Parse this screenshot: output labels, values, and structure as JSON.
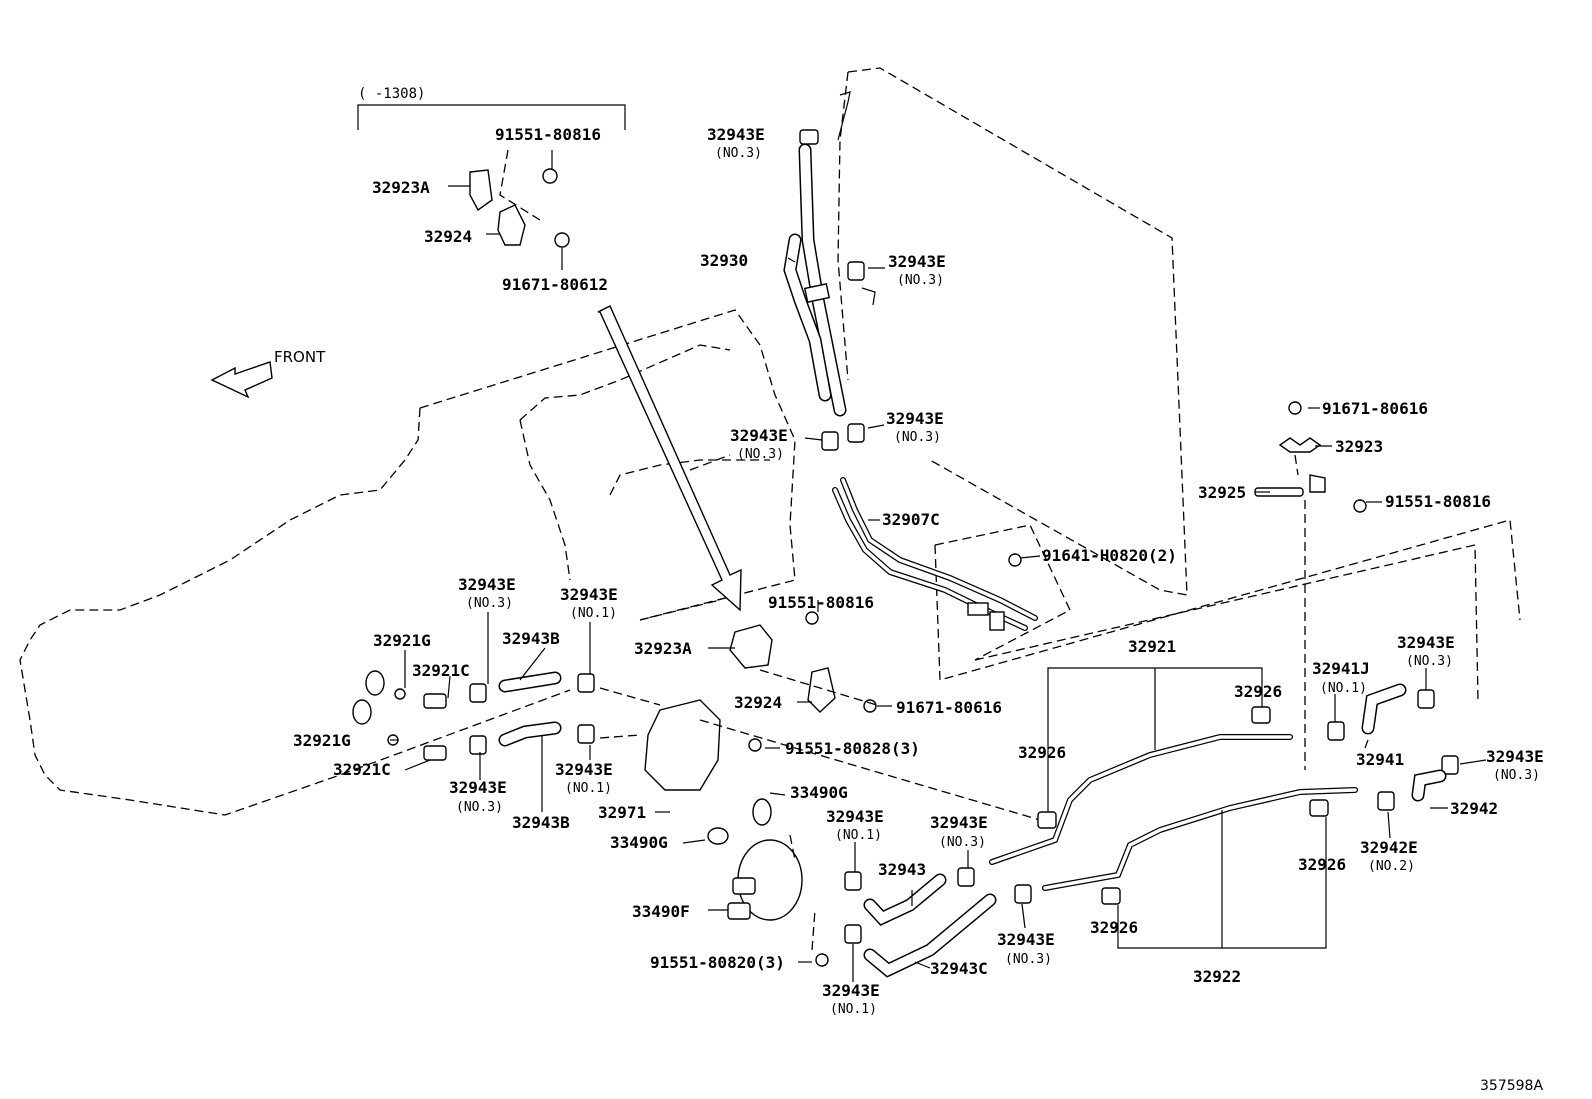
{
  "diagram": {
    "date_range_note": "(      -1308)",
    "front_label": "FRONT",
    "reference_number": "357598A",
    "parts": {
      "p91551_80816_a": "91551-80816",
      "p32923A_a": "32923A",
      "p32924_a": "32924",
      "p91671_80612": "91671-80612",
      "p32943E_top": "32943E",
      "p32943E_top_sub": "(NO.3)",
      "p32930": "32930",
      "p32943E_r1": "32943E",
      "p32943E_r1_sub": "(NO.3)",
      "p32943E_mid_l": "32943E",
      "p32943E_mid_l_sub": "(NO.3)",
      "p32943E_mid_r": "32943E",
      "p32943E_mid_r_sub": "(NO.3)",
      "p32907C": "32907C",
      "p91641_H0820": "91641-H0820(2)",
      "p91671_80616_a": "91671-80616",
      "p32923": "32923",
      "p32925": "32925",
      "p91551_80816_b": "91551-80816",
      "p32943E_l3": "32943E",
      "p32943E_l3_sub": "(NO.3)",
      "p32943E_l1": "32943E",
      "p32943E_l1_sub": "(NO.1)",
      "p32921G_a": "32921G",
      "p32943B_a": "32943B",
      "p32921C_a": "32921C",
      "p91551_80816_c": "91551-80816",
      "p32923A_b": "32923A",
      "p32924_b": "32924",
      "p91671_80616_b": "91671-80616",
      "p32921G_b": "32921G",
      "p32921C_b": "32921C",
      "p91551_80828": "91551-80828(3)",
      "p32943E_b3": "32943E",
      "p32943E_b3_sub": "(NO.3)",
      "p32943B_b": "32943B",
      "p32943E_b1": "32943E",
      "p32943E_b1_sub": "(NO.1)",
      "p32971": "32971",
      "p33490G_a": "33490G",
      "p33490G_b": "33490G",
      "p32943E_c1": "32943E",
      "p32943E_c1_sub": "(NO.1)",
      "p32943E_c3": "32943E",
      "p32943E_c3_sub": "(NO.3)",
      "p32943": "32943",
      "p33490F": "33490F",
      "p91551_80820": "91551-80820(3)",
      "p32943C": "32943C",
      "p32943E_d1": "32943E",
      "p32943E_d1_sub": "(NO.1)",
      "p32943E_d3": "32943E",
      "p32943E_d3_sub": "(NO.3)",
      "p32921": "32921",
      "p32926_a": "32926",
      "p32926_b": "32926",
      "p32926_c": "32926",
      "p32926_d": "32926",
      "p32922": "32922",
      "p32941J": "32941J",
      "p32941J_sub": "(NO.1)",
      "p32941": "32941",
      "p32943E_r3": "32943E",
      "p32943E_r3_sub": "(NO.3)",
      "p32943E_r4": "32943E",
      "p32943E_r4_sub": "(NO.3)",
      "p32942": "32942",
      "p32942E": "32942E",
      "p32942E_sub": "(NO.2)"
    }
  }
}
